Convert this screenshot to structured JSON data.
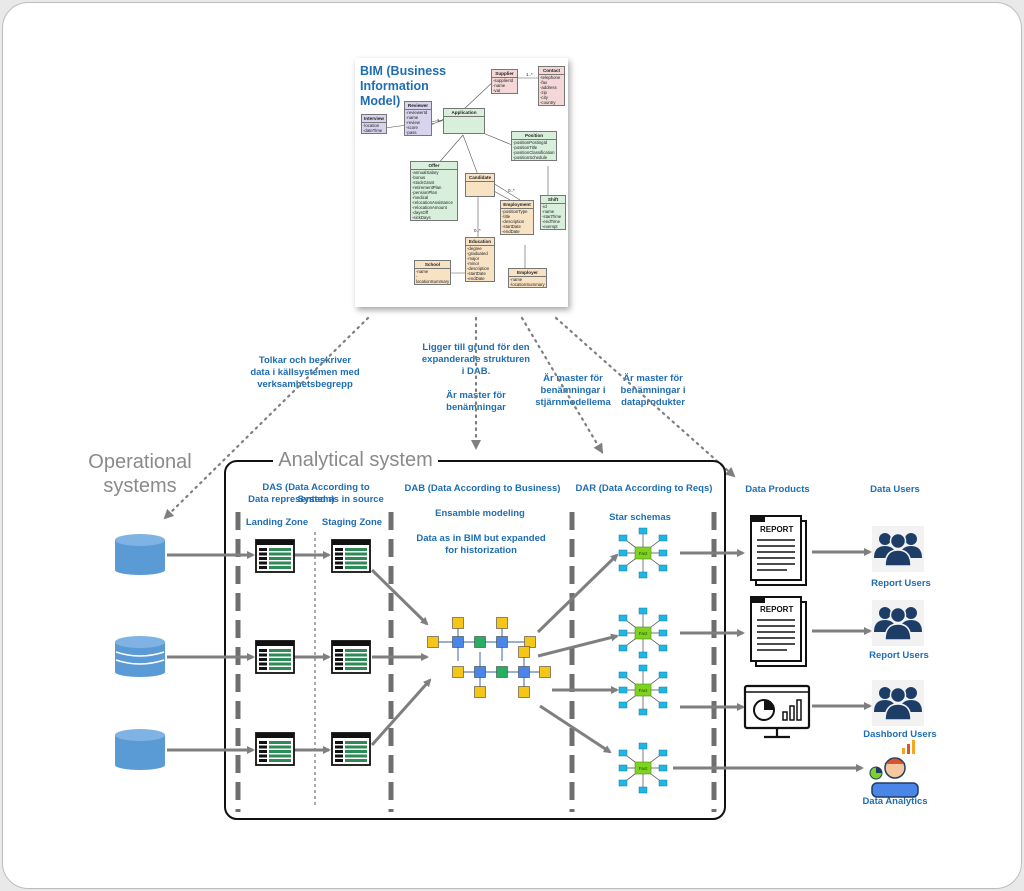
{
  "bim": {
    "title": "BIM (Business Information Model)",
    "classes": [
      {
        "name": "Supplier",
        "attrs": [
          "-supplierId",
          "-name",
          "-vat"
        ],
        "color": "#f4d7d7"
      },
      {
        "name": "Contact",
        "attrs": [
          "-telephone",
          "-fax",
          "-address",
          "-zip",
          "-city",
          "-country"
        ],
        "color": "#f4d7d7"
      },
      {
        "name": "Reviewer",
        "attrs": [
          "-reviewerId",
          "-name",
          "-review",
          "-score",
          "-pass"
        ],
        "color": "#d9d4ee"
      },
      {
        "name": "Interview",
        "attrs": [
          "-location",
          "-dateTime"
        ],
        "color": "#d9d4ee"
      },
      {
        "name": "Application",
        "attrs": [],
        "color": "#d8efdc"
      },
      {
        "name": "Position",
        "attrs": [
          "-positionPostingId",
          "-positionTitle",
          "-positionClassification",
          "-positionSchedule"
        ],
        "color": "#d8efdc"
      },
      {
        "name": "Offer",
        "attrs": [
          "-annualSalary",
          "-bonus",
          "-stockGrant",
          "-retirementPlan",
          "-pensionPlan",
          "-medical",
          "-relocationAssistance",
          "-relocationAmount",
          "-daysOff",
          "-sickDays"
        ],
        "color": "#d8efdc"
      },
      {
        "name": "Candidate",
        "attrs": [],
        "color": "#f8e2c4"
      },
      {
        "name": "Shift",
        "attrs": [
          "-id",
          "-name",
          "-startTime",
          "-endTime",
          "-exempt"
        ],
        "color": "#d8efdc"
      },
      {
        "name": "Employment",
        "attrs": [
          "-positionType",
          "-title",
          "-description",
          "-startDate",
          "-endDate"
        ],
        "color": "#f8e2c4"
      },
      {
        "name": "Education",
        "attrs": [
          "-degree",
          "-graduated",
          "-major",
          "-minor",
          "-description",
          "-startDate",
          "-endDate"
        ],
        "color": "#f8e2c4"
      },
      {
        "name": "School",
        "attrs": [
          "-name",
          "-locationSummary"
        ],
        "color": "#f8e2c4"
      },
      {
        "name": "Employer",
        "attrs": [
          "-name",
          "-locationSummary"
        ],
        "color": "#f8e2c4"
      }
    ],
    "multiplicities": [
      "1..*",
      "1..*",
      "1..*",
      "0..*",
      "0..*"
    ]
  },
  "annotations": {
    "a1": "Tolkar och beskriver data i källsystemen med verksamhetsbegrepp",
    "a2": "Ligger till grund för den expanderade strukturen i DAB.",
    "a2b": "Är master för benämningar",
    "a3": "Är master för benämningar i stjärnmodellema",
    "a4": "Är master för benämningar i dataprodukter"
  },
  "labels": {
    "operational": "Operational systems",
    "analytical": "Analytical system",
    "das_title": "DAS (Data According to System)",
    "das_sub": "Data represented as in source",
    "landing": "Landing Zone",
    "staging": "Staging Zone",
    "dab_title": "DAB (Data According to Business)",
    "dab_sub": "Ensamble modeling",
    "dab_sub2": "Data as in BIM but expanded for historization",
    "dar_title": "DAR (Data According to Reqs)",
    "star": "Star schemas",
    "products": "Data Products",
    "users": "Data Users",
    "report_users_1": "Report Users",
    "report_users_2": "Report Users",
    "dashboard_users": "Dashbord Users",
    "data_analytics": "Data Analytics",
    "report": "REPORT",
    "fact": "Fact"
  },
  "colors": {
    "accent": "#1f6db3",
    "db": "#5b9bd5",
    "arrow": "#7f7f7f",
    "yellow": "#f5c518",
    "green": "#27ae60",
    "blueNode": "#4a86e8",
    "cyan": "#1fb6e6",
    "lime": "#7ed321",
    "users": "#1e3d66"
  }
}
